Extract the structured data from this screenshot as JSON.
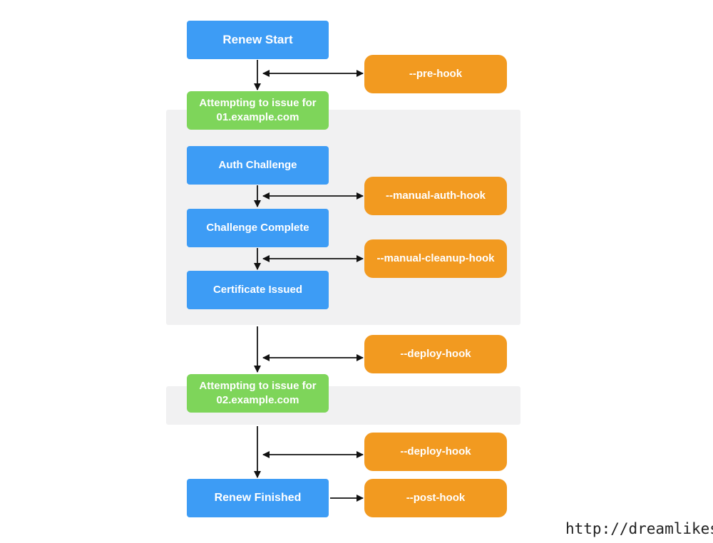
{
  "diagram": {
    "renew_start": "Renew Start",
    "attempt_01": "Attempting to issue for\n01.example.com",
    "auth_challenge": "Auth Challenge",
    "challenge_complete": "Challenge Complete",
    "certificate_issued": "Certificate Issued",
    "attempt_02": "Attempting to issue for\n02.example.com",
    "renew_finished": "Renew Finished",
    "hooks": {
      "pre_hook": "--pre-hook",
      "manual_auth_hook": "--manual-auth-hook",
      "manual_cleanup_hook": "--manual-cleanup-hook",
      "deploy_hook_1": "--deploy-hook",
      "deploy_hook_2": "--deploy-hook",
      "post_hook": "--post-hook"
    },
    "colors": {
      "step_box": "#3d9cf5",
      "attempt_box": "#7ed55a",
      "hook_box": "#f29a20",
      "panel": "#f1f1f2"
    }
  },
  "watermark": "http://dreamlikes.cn"
}
